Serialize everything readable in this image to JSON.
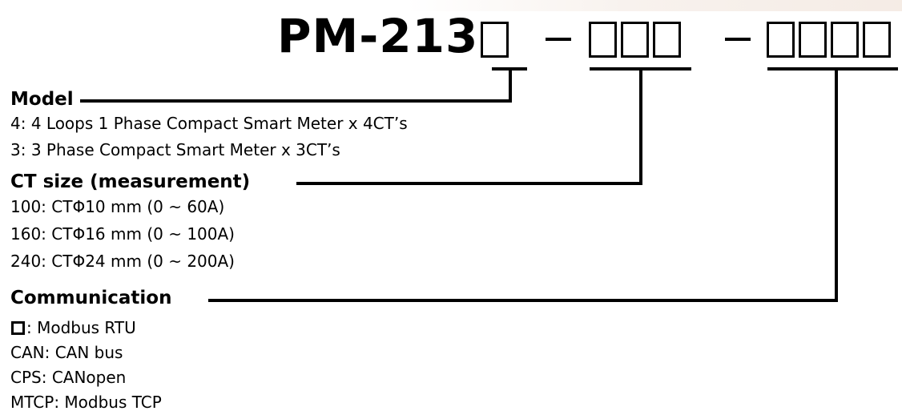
{
  "title": "PM-213",
  "sections": [
    {
      "heading": "Model",
      "options": [
        "4: 4 Loops 1 Phase Compact Smart Meter x 4CT’s",
        "3: 3 Phase Compact Smart Meter x 3CT’s"
      ]
    },
    {
      "heading": "CT size (measurement)",
      "options": [
        "100: CTΦ10 mm (0 ~ 60A)",
        "160: CTΦ16 mm (0 ~ 100A)",
        "240: CTΦ24 mm (0 ~ 200A)"
      ]
    },
    {
      "heading": "Communication",
      "options": [
        ": Modbus RTU",
        "CAN: CAN bus",
        "CPS: CANopen",
        "MTCP: Modbus TCP"
      ]
    }
  ]
}
